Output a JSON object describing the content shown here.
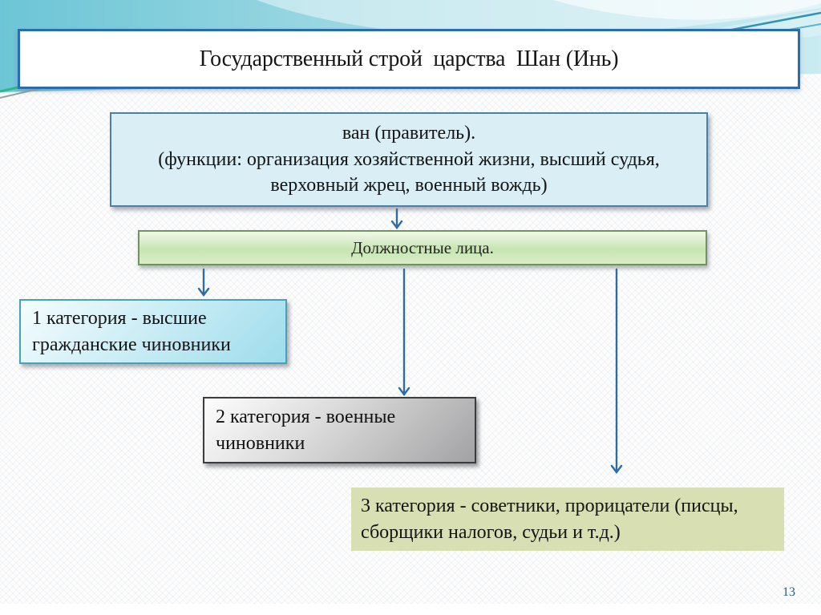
{
  "slide": {
    "title": "Государственный строй  царства  Шан (Инь)",
    "page_number": "13"
  },
  "diagram": {
    "ruler_box": {
      "text": "ван (правитель).\n(функции: организация хозяйственной жизни, высший судья, верховный жрец, военный вождь)"
    },
    "officials_bar": {
      "text": "Должностные лица."
    },
    "category1": {
      "text": "1 категория - высшие гражданские чиновники"
    },
    "category2": {
      "text": "2 категория -  военные чиновники"
    },
    "category3": {
      "text": "3 категория -  советники, прорицатели (писцы, сборщики налогов, судьи и т.д.)"
    }
  },
  "colors": {
    "title_border": "#2a6cb4",
    "ruler_fill": "#d9eef5",
    "ruler_border": "#4e7fab",
    "officials_fill": "#c6e5b2",
    "officials_border": "#70945e",
    "category1_fill": "#9edcec",
    "category1_border": "#43a3b8",
    "category2_fill": "#a2a2a4",
    "category2_border": "#3c3c3c",
    "category3_fill": "#d8dfb3",
    "arrow": "#2e6da4",
    "header_band": "#6cc5d6"
  }
}
